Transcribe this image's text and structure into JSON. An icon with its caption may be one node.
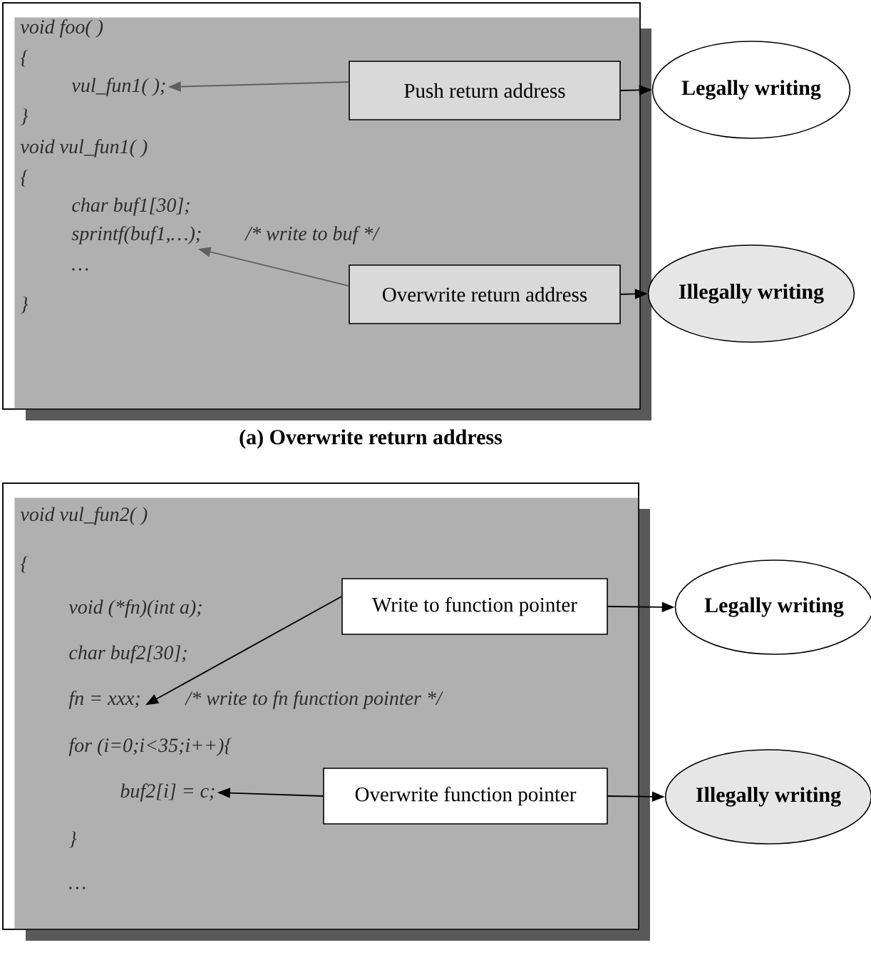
{
  "diagram": {
    "nodes": [
      {
        "text": [],
        "shape": "box"
      },
      {
        "text": [
          "void foo( )"
        ],
        "in": 0
      },
      {
        "text": [
          "{"
        ],
        "in": 0
      },
      {
        "text": [
          "vul_fun1( );"
        ],
        "in": 0
      },
      {
        "text": [
          "}"
        ],
        "in": 0
      },
      {
        "text": [
          "void vul_fun1( )"
        ],
        "in": 0
      },
      {
        "text": [
          "{"
        ],
        "in": 0
      },
      {
        "text": [
          "char buf1[30];"
        ],
        "in": 0
      },
      {
        "text": [
          "sprintf(buf1,…);"
        ],
        "in": 0
      },
      {
        "text": [
          "/* write to buf */"
        ],
        "in": 0
      },
      {
        "text": [
          "…"
        ],
        "in": 0
      },
      {
        "text": [
          "}"
        ],
        "in": 0
      },
      {
        "text": [
          "Push return address"
        ],
        "in": 0
      },
      {
        "text": [
          "Overwrite return address"
        ],
        "in": 0
      },
      {
        "text": [
          "Legally writing"
        ]
      },
      {
        "text": [
          "Illegally writing"
        ]
      },
      {
        "text": [],
        "shape": "box"
      },
      {
        "text": [
          "void vul_fun2( )"
        ],
        "in": 16
      },
      {
        "text": [
          "{"
        ],
        "in": 16
      },
      {
        "text": [
          "void (*fn)(int a);"
        ],
        "in": 16
      },
      {
        "text": [
          "char buf2[30];"
        ],
        "in": 16
      },
      {
        "text": [
          "fn = xxx;"
        ],
        "in": 16
      },
      {
        "text": [
          "/* write to fn function pointer */"
        ],
        "in": 16
      },
      {
        "text": [
          "for (i=0;i<35;i++){"
        ],
        "in": 16
      },
      {
        "text": [
          "buf2[i] = c;"
        ],
        "in": 16
      },
      {
        "text": [
          "}"
        ],
        "in": 16
      },
      {
        "text": [
          "…"
        ],
        "in": 16
      },
      {
        "text": [
          "Write to function pointer"
        ],
        "in": 16
      },
      {
        "text": [
          "Overwrite function pointer"
        ],
        "in": 16
      },
      {
        "text": [
          "Legally writing"
        ]
      },
      {
        "text": [
          "Illegally writing"
        ]
      }
    ],
    "edges": [
      {
        "from": 12,
        "to": 3,
        "arrow": "to",
        "color": "#606060"
      },
      {
        "from": 13,
        "to": 8,
        "arrow": "to",
        "color": "#606060"
      },
      {
        "from": 12,
        "to": 14,
        "arrow": "to"
      },
      {
        "from": 13,
        "to": 15,
        "arrow": "to"
      },
      {
        "from": 27,
        "to": 21,
        "arrow": "to"
      },
      {
        "from": 28,
        "to": 24,
        "arrow": "to"
      },
      {
        "from": 27,
        "to": 29,
        "arrow": "to"
      },
      {
        "from": 28,
        "to": 30,
        "arrow": "to"
      }
    ],
    "labels": [
      "(a) Overwrite return address"
    ]
  }
}
